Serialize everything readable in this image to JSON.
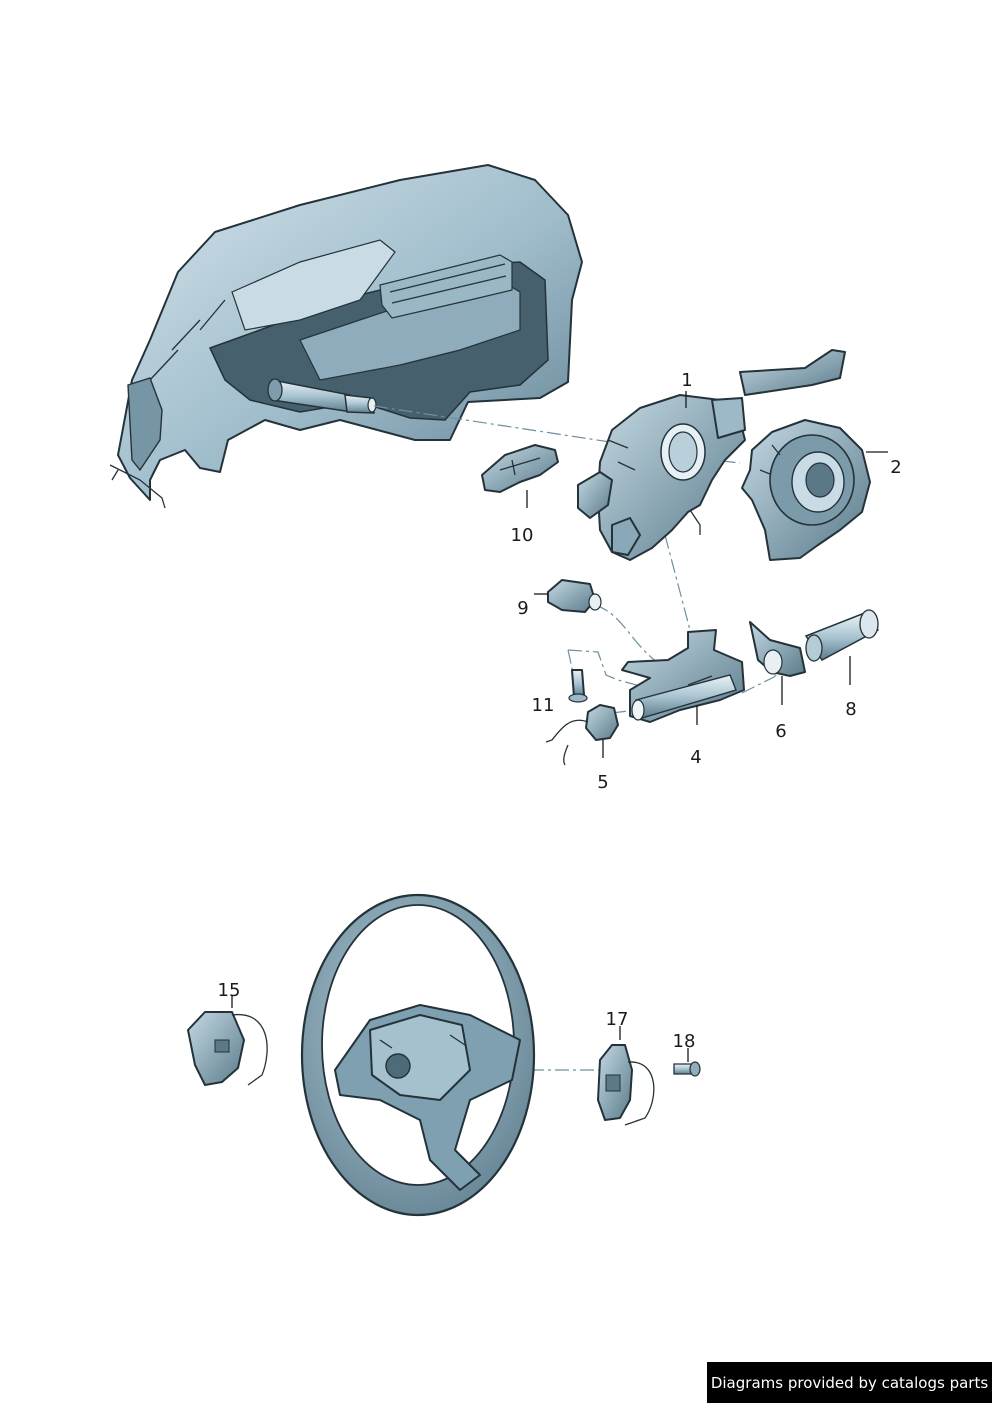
{
  "callouts": [
    {
      "id": "1",
      "label": "1"
    },
    {
      "id": "2",
      "label": "2"
    },
    {
      "id": "4",
      "label": "4"
    },
    {
      "id": "5",
      "label": "5"
    },
    {
      "id": "6",
      "label": "6"
    },
    {
      "id": "8",
      "label": "8"
    },
    {
      "id": "9",
      "label": "9"
    },
    {
      "id": "10",
      "label": "10"
    },
    {
      "id": "11",
      "label": "11"
    },
    {
      "id": "15",
      "label": "15"
    },
    {
      "id": "17",
      "label": "17"
    },
    {
      "id": "18",
      "label": "18"
    }
  ],
  "credit": {
    "text": "Diagrams provided by catalogs parts"
  },
  "colors": {
    "part_light": "#b9d0dc",
    "part_mid": "#86a6b6",
    "part_dark": "#4f6d7c",
    "outline": "#24323a",
    "leader": "#1a1a1a",
    "dash": "#6f8fa0"
  }
}
